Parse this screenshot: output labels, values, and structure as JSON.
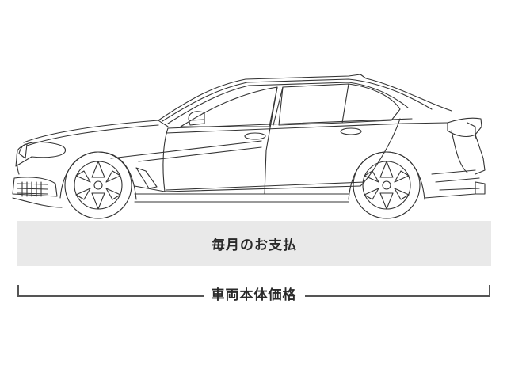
{
  "illustration": {
    "subject": "sedan-side-view-line-art",
    "stroke_color": "#333333"
  },
  "monthly_payment": {
    "label": "毎月のお支払",
    "background": "#e9e9e9"
  },
  "vehicle_price": {
    "label": "車両本体価格",
    "line_color": "#555555"
  }
}
